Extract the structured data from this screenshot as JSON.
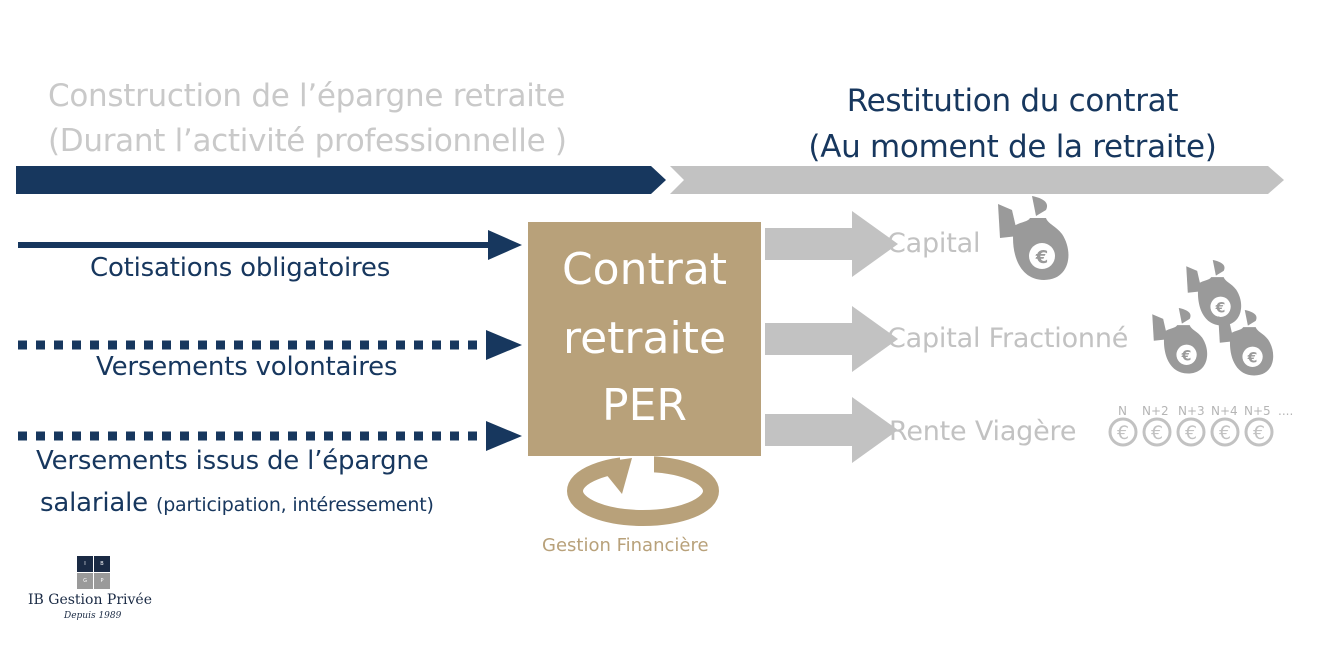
{
  "header": {
    "left_line1": "Construction de l’épargne retraite",
    "left_line2": "(Durant l’activité professionnelle )",
    "right_line1": "Restitution du contrat",
    "right_line2": "(Au moment de la retraite)"
  },
  "inputs": {
    "cotisations": "Cotisations obligatoires",
    "volontaires": "Versements volontaires",
    "epargne_line1": "Versements issus de l’épargne",
    "epargne_line2_main": "salariale",
    "epargne_line2_note": "(participation, intéressement)"
  },
  "contract": {
    "line1": "Contrat",
    "line2": "retraite",
    "line3": "PER"
  },
  "management": {
    "label": "Gestion Financière"
  },
  "outputs": {
    "capital": "Capital",
    "capital_fractionne": "Capital Fractionné",
    "rente_viagere": "Rente Viagère",
    "years": [
      "N",
      "N+2",
      "N+3",
      "N+4",
      "N+5",
      "...."
    ],
    "euro_symbol": "€"
  },
  "logo": {
    "name": "IB Gestion Privée",
    "tagline": "Depuis 1989",
    "letters": [
      "I",
      "B",
      "G",
      "P"
    ]
  },
  "colors": {
    "navy": "#17375e",
    "gray": "#c2c2c2",
    "gold": "#b8a17a",
    "icon_gray": "#9a9a9a"
  }
}
